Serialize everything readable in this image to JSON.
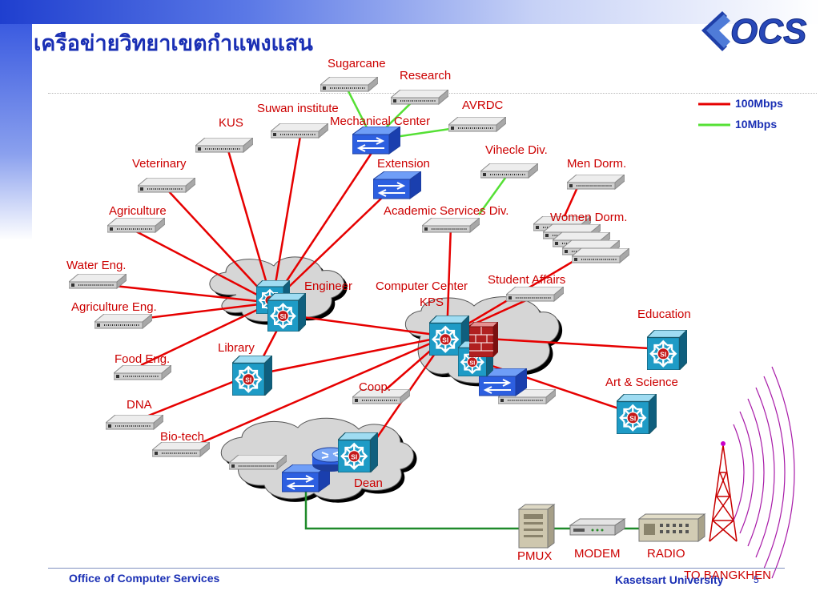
{
  "title": "เครือข่ายวิทยาเขตกำแพงแสน",
  "logo_text": "OCS",
  "legend": [
    {
      "label": "100Mbps",
      "color": "#e60000"
    },
    {
      "label": "10Mbps",
      "color": "#55e035"
    }
  ],
  "labels": {
    "sugarcane": "Sugarcane",
    "research": "Research",
    "avrdc": "AVRDC",
    "suwan": "Suwan institute",
    "mechanical": "Mechanical Center",
    "kus": "KUS",
    "veterinary": "Veterinary",
    "extension": "Extension",
    "vihecle": "Vihecle Div.",
    "men_dorm": "Men Dorm.",
    "agriculture": "Agriculture",
    "academic": "Academic Services Div.",
    "women_dorm": "Women Dorm.",
    "water_eng": "Water Eng.",
    "engineer": "Engineer",
    "computer_center": "Computer Center",
    "kps": "KPS",
    "student_affairs": "Student Affairs",
    "agri_eng": "Agriculture Eng.",
    "education": "Education",
    "library": "Library",
    "food_eng": "Food Eng.",
    "coop": "Coop.",
    "art_science": "Art & Science",
    "dna": "DNA",
    "biotech": "Bio-tech",
    "dean": "Dean",
    "pmux": "PMUX",
    "modem": "MODEM",
    "radio": "RADIO",
    "to_bangkhen": "TO BANGKHEN"
  },
  "footer": {
    "left": "Office of Computer Services",
    "right": "Kasetsart University",
    "page": "5"
  },
  "colors": {
    "link_100": "#e60000",
    "link_10": "#55e035",
    "wan": "#1f8a2a",
    "title": "#1a2fb4"
  }
}
